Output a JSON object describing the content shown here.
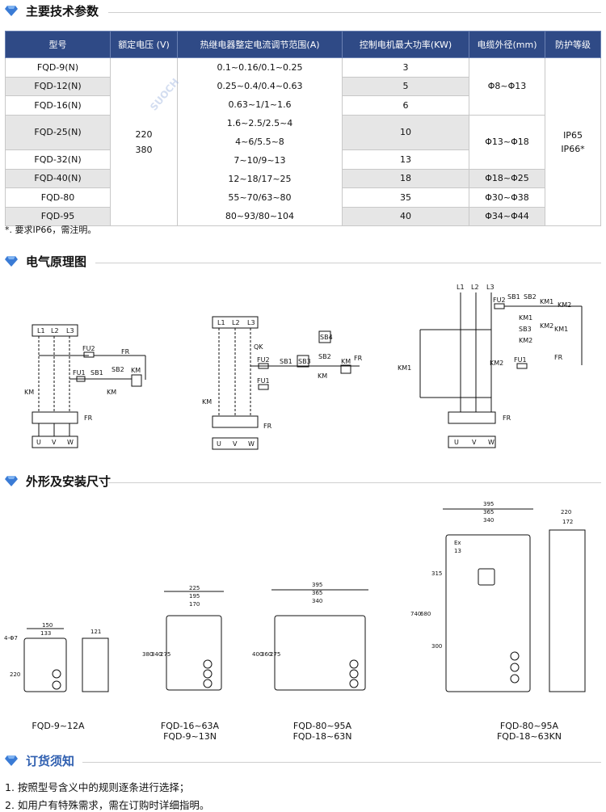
{
  "sections": {
    "params": "主要技术参数",
    "circuit": "电气原理图",
    "dims": "外形及安装尺寸",
    "order": "订货须知"
  },
  "table": {
    "headers": [
      "型号",
      "额定电压 (V)",
      "热继电器整定电流调节范围(A)",
      "控制电机最大功率(KW)",
      "电缆外径(mm)",
      "防护等级"
    ],
    "models": [
      "FQD-9(N)",
      "FQD-12(N)",
      "FQD-16(N)",
      "FQD-25(N)",
      "FQD-32(N)",
      "FQD-40(N)",
      "FQD-80",
      "FQD-95"
    ],
    "voltage": [
      "220",
      "380"
    ],
    "current": [
      "0.1~0.16/0.1~0.25",
      "0.25~0.4/0.4~0.63",
      "0.63~1/1~1.6",
      "1.6~2.5/2.5~4",
      "4~6/5.5~8",
      "7~10/9~13",
      "12~18/17~25",
      "55~70/63~80",
      "80~93/80~104"
    ],
    "power": [
      "3",
      "5",
      "6",
      "10",
      "13",
      "18",
      "35",
      "40"
    ],
    "cable": [
      "Φ8~Φ13",
      "Φ13~Φ18",
      "Φ18~Φ25",
      "Φ30~Φ38",
      "Φ34~Φ44"
    ],
    "protection": [
      "IP65",
      "IP66*"
    ]
  },
  "note": "*. 要求IP66，需注明。",
  "captions": {
    "d1": "FQD-9~12A",
    "d2a": "FQD-16~63A",
    "d2b": "FQD-9~13N",
    "d3a": "FQD-80~95A",
    "d3b": "FQD-18~63N",
    "d4a": "FQD-80~95A",
    "d4b": "FQD-18~63KN"
  },
  "order_items": [
    "1. 按照型号含义中的规则逐条进行选择；",
    "2. 如用户有特殊需求，需在订购时详细指明。"
  ],
  "watermark": "SUOCH",
  "colors": {
    "header_bg": "#2f4a86",
    "accent": "#3a7bd5",
    "row_alt": "#e6e6e6"
  }
}
